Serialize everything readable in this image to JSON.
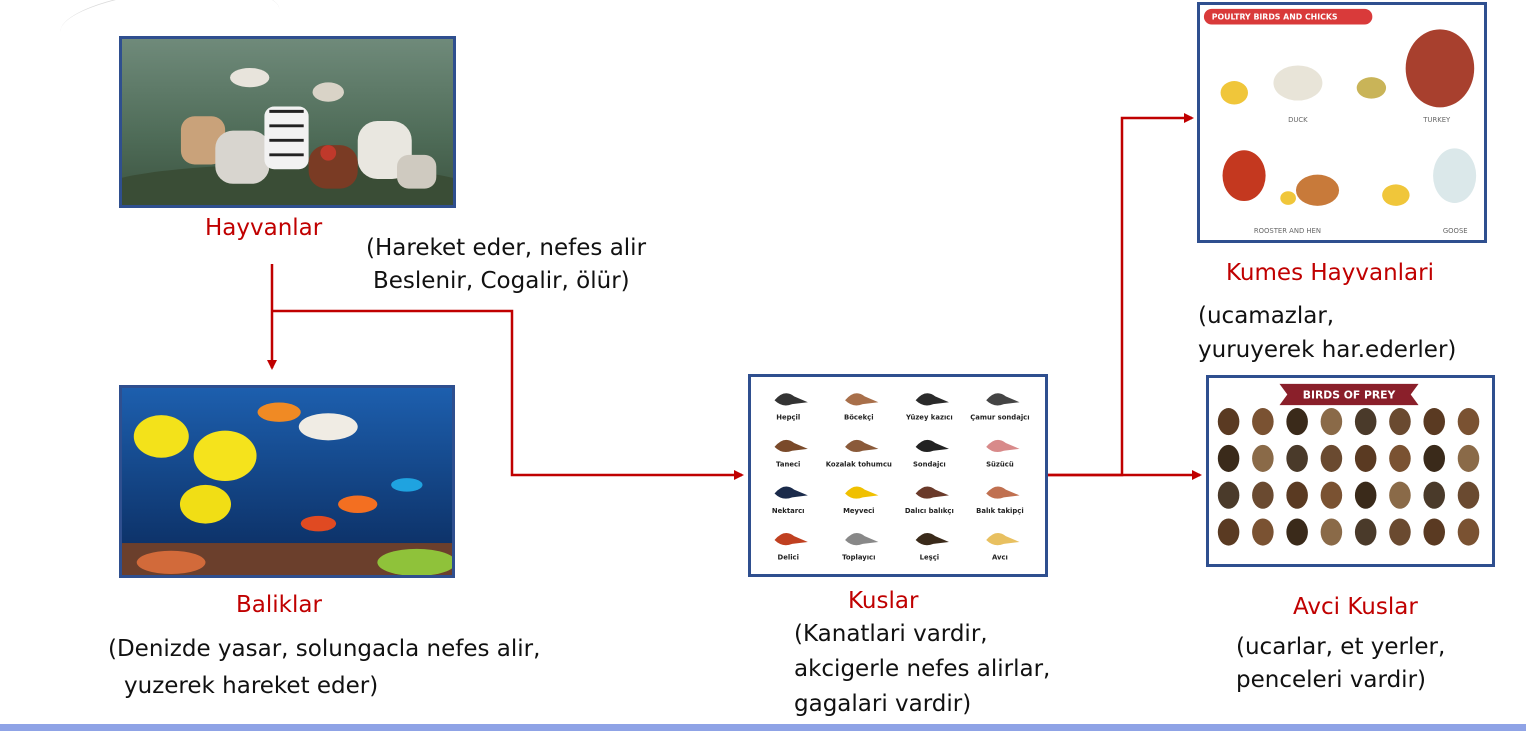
{
  "nodes": {
    "hayvanlar": {
      "title": "Hayvanlar",
      "desc_lines": [
        "(Hareket eder, nefes alir",
        "Beslenir, Cogalir, ölür)"
      ]
    },
    "baliklar": {
      "title": "Baliklar",
      "desc_lines": [
        "(Denizde yasar, solungacla nefes alir,",
        "yuzerek hareket eder)"
      ]
    },
    "kuslar": {
      "title": "Kuslar",
      "desc_lines": [
        "(Kanatlari vardir,",
        "akcigerle nefes alirlar,",
        "gagalari vardir)"
      ]
    },
    "kumes": {
      "title": "Kumes Hayvanlari",
      "desc_lines": [
        "(ucamazlar,",
        "yuruyerek har.ederler)"
      ]
    },
    "avci": {
      "title": "Avci Kuslar",
      "desc_lines": [
        "(ucarlar, et yerler,",
        "penceleri vardir)"
      ]
    }
  },
  "beak_chart": {
    "labels": [
      "Hepçil",
      "Böcekçi",
      "Yüzey kazıcı",
      "Çamur sondajcı",
      "Taneci",
      "Kozalak tohumcu",
      "Sondajcı",
      "Süzücü",
      "Nektarcı",
      "Meyveci",
      "Dalıcı balıkçı",
      "Balık takipçi",
      "Delici",
      "Toplayıcı",
      "Leşçi",
      "Avcı"
    ]
  },
  "poultry_chart": {
    "banner": "POULTRY BIRDS AND CHICKS",
    "labels": [
      "DUCK",
      "TURKEY",
      "ROOSTER AND HEN",
      "GOOSE"
    ]
  },
  "prey_chart": {
    "banner": "BIRDS OF PREY"
  },
  "colors": {
    "arrow": "#c00000",
    "title": "#c00000",
    "card_border": "#2f4f8f",
    "bottom_bar": "#8fa3e6"
  }
}
